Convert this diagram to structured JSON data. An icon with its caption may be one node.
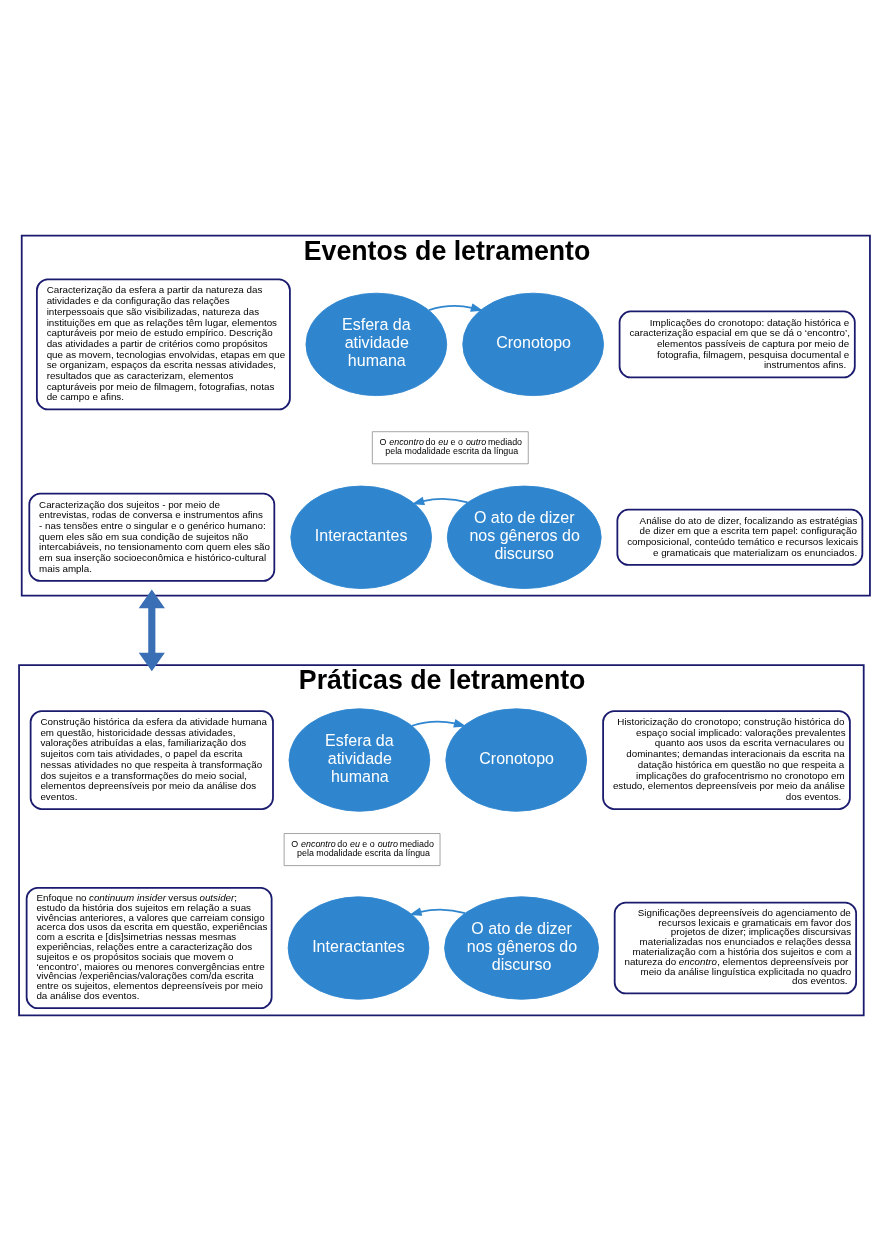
{
  "diagram": {
    "nodes": [
      {
        "text": [
          "Eventos de letramento"
        ]
      },
      {
        "text": [
          "Caracterização da esfera a partir da natureza das atividades e da configuração das relações interpessoais que são visibilizadas, natureza das instituições em que as relações têm lugar, elementos capturáveis por meio de estudo empírico. Descrição das atividades a partir de critérios como propósitos que as movem, tecnologias envolvidas, etapas em que se organizam, espaços da escrita nessas atividades, resultados que as caracterizam, elementos capturáveis por meio de filmagem, fotografias, notas de campo e afins."
        ],
        "in": 0
      },
      {
        "text": [
          "Implicações do cronotopo: datação histórica e caracterização espacial em que se dá o ‘encontro’, elementos passíveis de captura por meio de fotografia, filmagem, pesquisa documental e instrumentos afins."
        ],
        "in": 0
      },
      {
        "text": [
          "Esfera da atividade humana"
        ],
        "in": 0
      },
      {
        "text": [
          "Cronotopo"
        ],
        "in": 0
      },
      {
        "text": [
          "O *encontro* do *eu* e o *outro* mediado pela modalidade escrita da língua"
        ],
        "in": 0
      },
      {
        "text": [
          "Interactantes"
        ],
        "in": 0
      },
      {
        "text": [
          "O ato de dizer nos gêneros do discurso"
        ],
        "in": 0
      },
      {
        "text": [
          "Caracterização dos sujeitos - por meio de entrevistas, rodas de conversa e instrumentos afins - nas tensões entre o singular e o genérico humano: quem eles são em sua condição de sujeitos não intercabiáveis, no tensionamento com quem eles são em sua inserção socioeconômica e histórico-cultural mais ampla."
        ],
        "in": 0
      },
      {
        "text": [
          "Análise do ato de dizer, focalizando as estratégias de dizer em que a escrita tem papel: configuração composicional, conteúdo temático e recursos lexicais e gramaticais que materializam os enunciados."
        ],
        "in": 0
      },
      {
        "text": [
          "Práticas de letramento"
        ]
      },
      {
        "text": [
          "Construção histórica da esfera da atividade humana em questão, historicidade dessas atividades, valorações atribuídas a elas, familiarização dos sujeitos com tais atividades, o papel da escrita nessas atividades no que respeita à transformação dos sujeitos e a transformações do meio social, elementos depreensíveis por meio da análise dos eventos."
        ],
        "in": 10
      },
      {
        "text": [
          "Historicização do cronotopo; construção histórica do espaço social implicado: valorações prevalentes quanto aos usos da escrita vernaculares ou dominantes; demandas interacionais da escrita na datação histórica em questão no que respeita a implicações do grafocentrismo no cronotopo em estudo, elementos depreensíveis por meio da análise dos eventos."
        ],
        "in": 10
      },
      {
        "text": [
          "Esfera da atividade humana"
        ],
        "in": 10
      },
      {
        "text": [
          "Cronotopo"
        ],
        "in": 10
      },
      {
        "text": [
          "O *encontro* do *eu* e o *outro* mediado pela modalidade escrita da língua"
        ],
        "in": 10
      },
      {
        "text": [
          "Interactantes"
        ],
        "in": 10
      },
      {
        "text": [
          "O ato de dizer nos gêneros do discurso"
        ],
        "in": 10
      },
      {
        "text": [
          "Enfoque no *continuum* *insider* versus *outsider*; estudo da história dos sujeitos em relação a suas vivências anteriores, a valores que carreiam consigo acerca dos usos da escrita em questão, experiências com a escrita e [dis]simetrias nessas mesmas experiências, relações entre a caracterização dos sujeitos e os propósitos sociais que movem o ‘encontro’, maiores ou menores convergências entre vivências /experiências/valorações com/da escrita entre os sujeitos, elementos depreensíveis por meio da análise dos eventos."
        ],
        "in": 10
      },
      {
        "text": [
          "Significações depreensíveis do agenciamento de recursos lexicais e gramaticais em favor dos projetos de dizer; implicações discursivas materializadas nos enunciados e relações dessa materialização com a história dos sujeitos e com a natureza do *encontro*, elementos depreensíveis por meio da análise linguística explicitada no quadro dos eventos."
        ],
        "in": 10
      }
    ],
    "edges": [
      {
        "from": 3,
        "to": 4,
        "arrow": "to"
      },
      {
        "from": 7,
        "to": 6,
        "arrow": "to"
      },
      {
        "from": 0,
        "to": 10,
        "arrow": "both",
        "style": "thick"
      },
      {
        "from": 13,
        "to": 14,
        "arrow": "to"
      },
      {
        "from": 17,
        "to": 16,
        "arrow": "to"
      }
    ]
  }
}
